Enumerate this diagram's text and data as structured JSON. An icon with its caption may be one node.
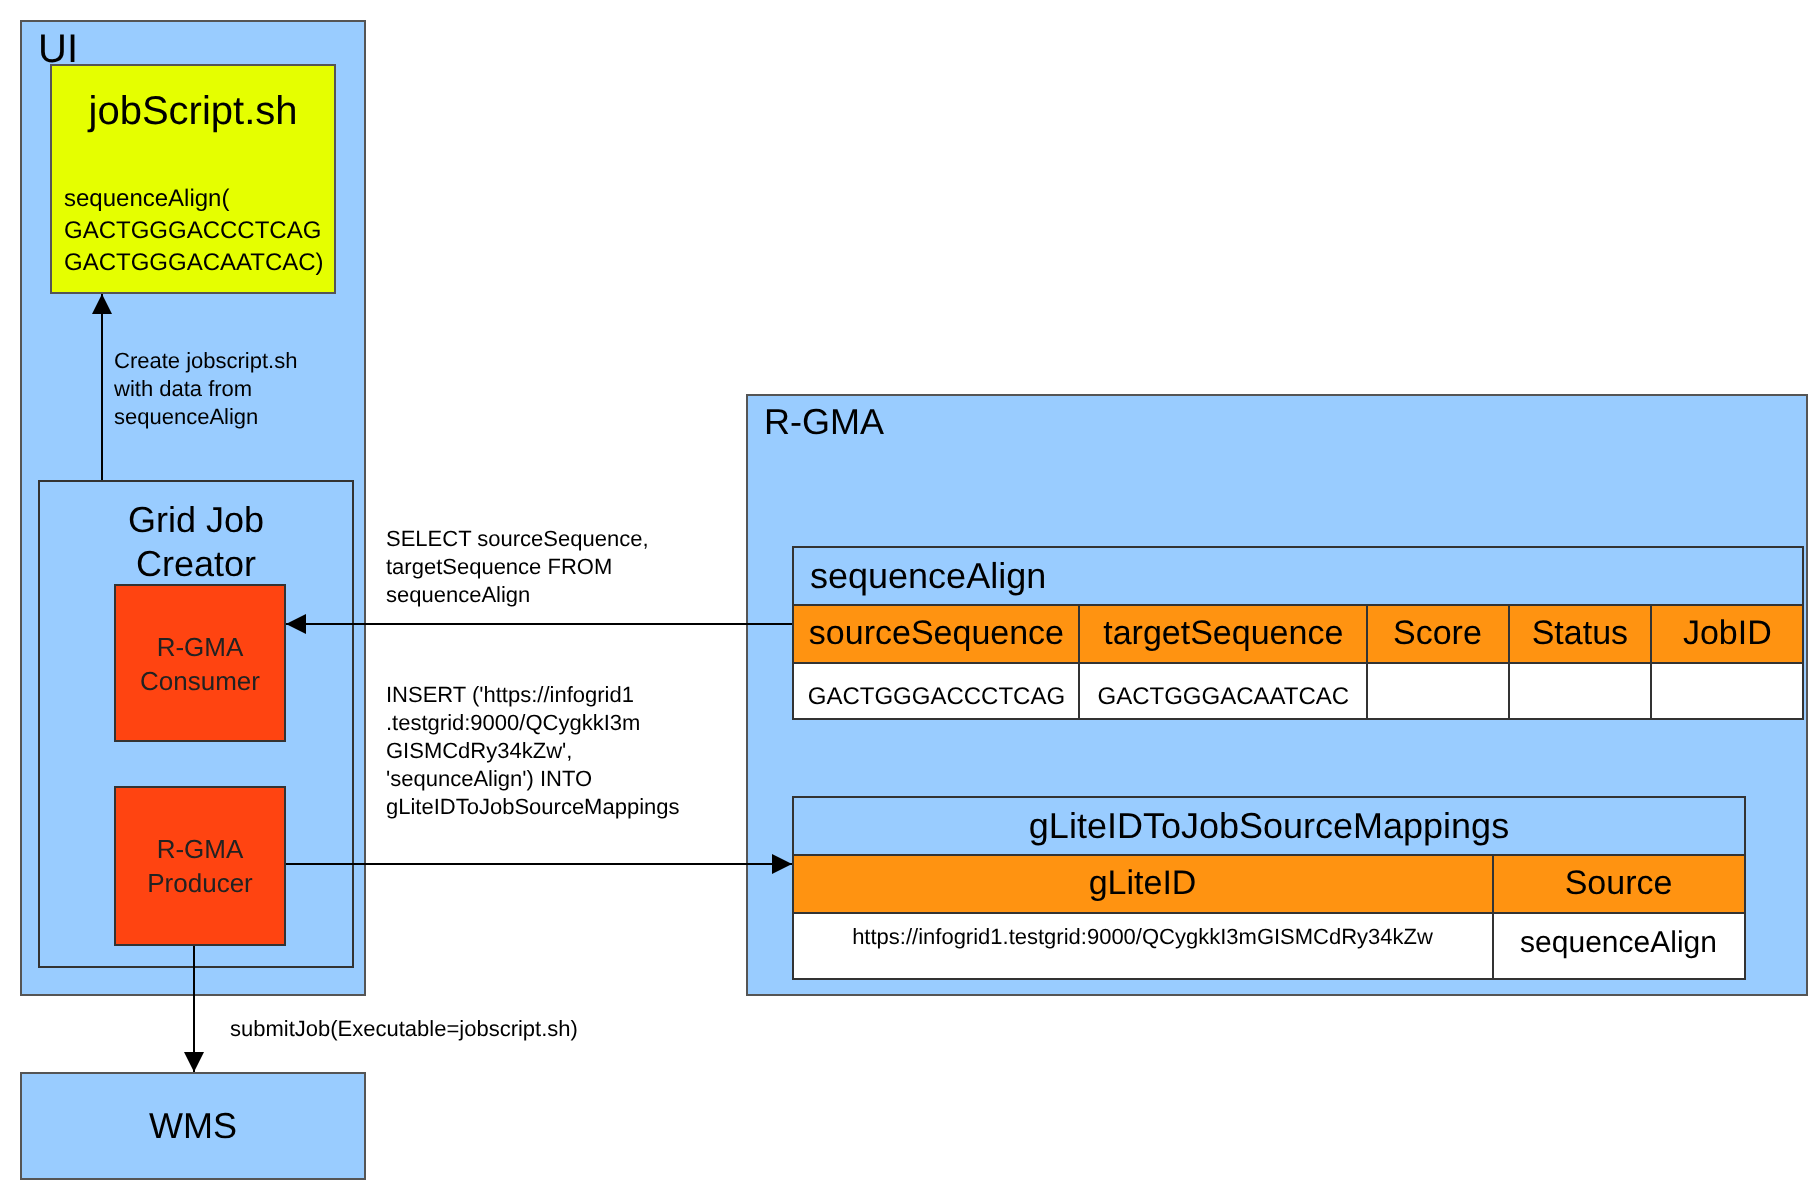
{
  "diagram": {
    "nodes": [
      {
        "text": [
          "UI"
        ]
      },
      {
        "text": [
          "jobScript.sh",
          "sequenceAlign( GACTGGGACCCTCAG GACTGGGACAATCAC)"
        ],
        "in": 0
      },
      {
        "text": [
          "Grid Job Creator"
        ],
        "in": 0
      },
      {
        "text": [
          "R-GMA Consumer"
        ],
        "in": 2
      },
      {
        "text": [
          "R-GMA Producer"
        ],
        "in": 2
      },
      {
        "text": [
          "WMS"
        ]
      },
      {
        "text": [
          "R-GMA"
        ]
      },
      {
        "text": [
          "sequenceAlign",
          "sourceSequence",
          "targetSequence",
          "Score",
          "Status",
          "JobID",
          "GACTGGGACCCTCAG",
          "GACTGGGACAATCAC"
        ],
        "in": 6
      },
      {
        "text": [
          "gLiteIDToJobSourceMappings",
          "gLiteID",
          "Source",
          "https://infogrid1.testgrid:9000/QCygkkI3mGISMCdRy34kZw",
          "sequenceAlign"
        ],
        "in": 6
      }
    ],
    "edges": [
      {
        "from": 2,
        "to": 1,
        "arrow": "to",
        "label": "Create jobscript.sh with data from sequenceAlign"
      },
      {
        "from": 7,
        "to": 3,
        "arrow": "to",
        "label": "SELECT sourceSequence, targetSequence FROM sequenceAlign"
      },
      {
        "from": 4,
        "to": 8,
        "arrow": "to",
        "label": "INSERT ('https://infogrid1 .testgrid:9000/QCygkkI3m GISMCdRy34kZw', 'sequnceAlign') INTO gLiteIDToJobSourceMappings"
      },
      {
        "from": 4,
        "to": 5,
        "arrow": "to",
        "label": "submitJob(Executable=jobscript.sh)"
      }
    ]
  }
}
